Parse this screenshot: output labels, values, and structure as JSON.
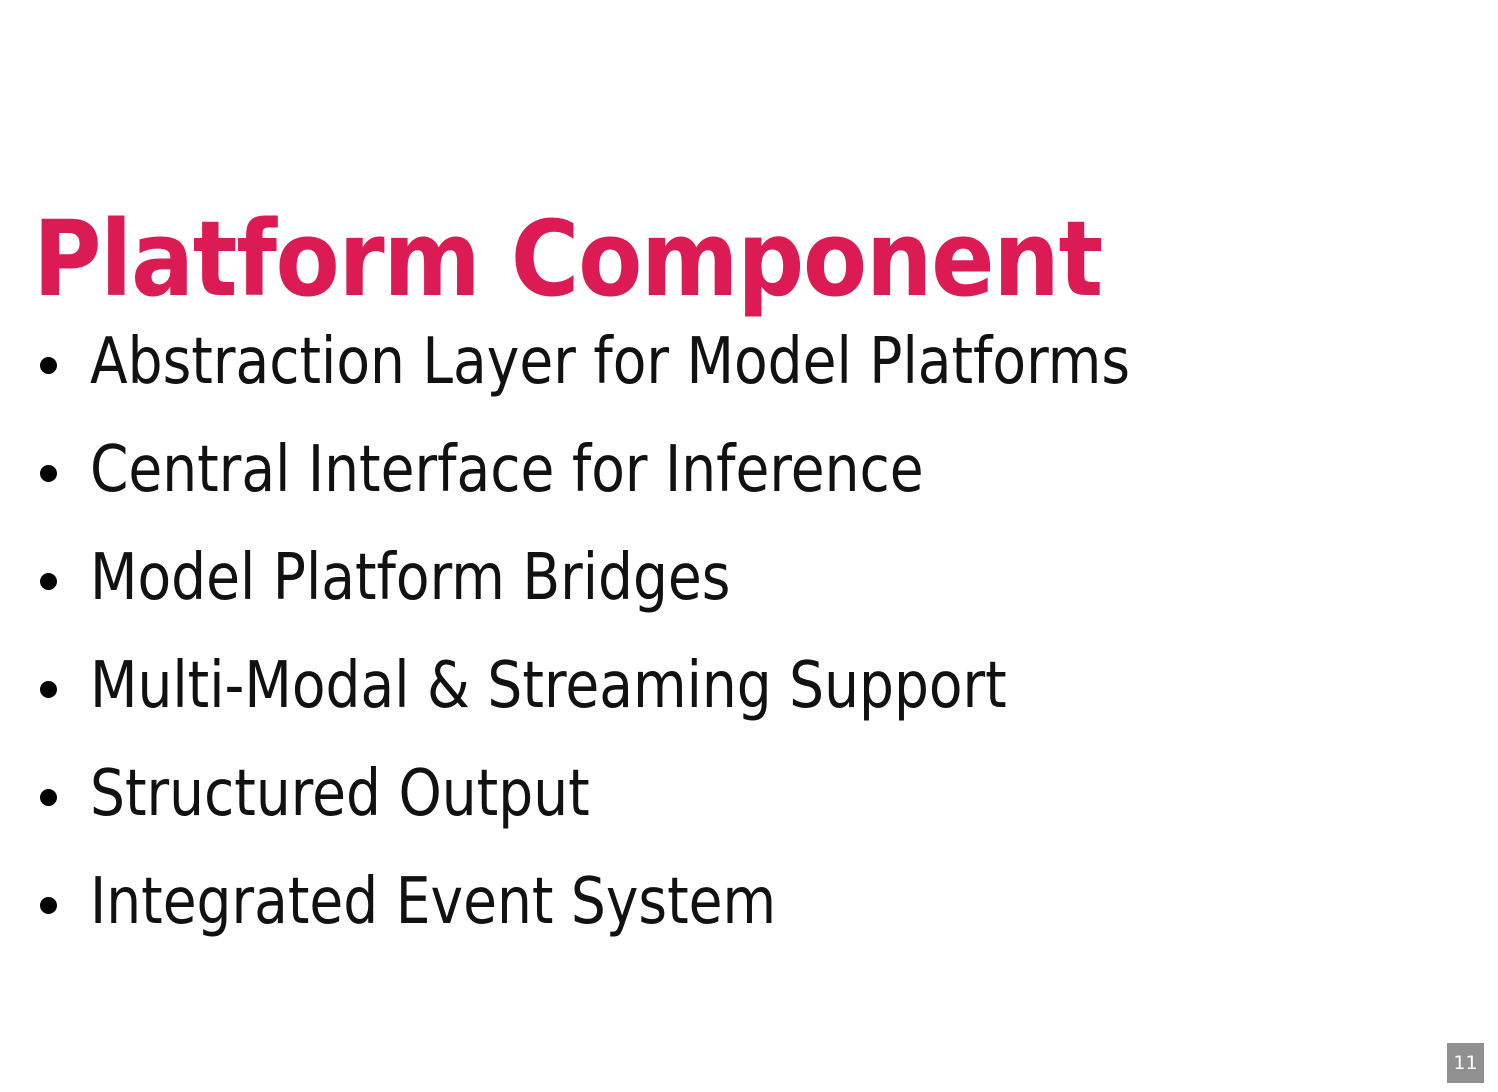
{
  "slide": {
    "title": "Platform Component",
    "title_color": "#DC1B54",
    "background_color": "#FFFFFF",
    "text_color": "#111111",
    "bullets": [
      {
        "label": "Abstraction Layer for Model Platforms"
      },
      {
        "label": "Central Interface for Inference"
      },
      {
        "label": "Model Platform Bridges"
      },
      {
        "label": "Multi-Modal & Streaming Support"
      },
      {
        "label": "Structured Output"
      },
      {
        "label": "Integrated Event System"
      }
    ],
    "page_badge": {
      "number": "11",
      "background_color": "#909090",
      "text_color": "#FFFFFF"
    }
  }
}
